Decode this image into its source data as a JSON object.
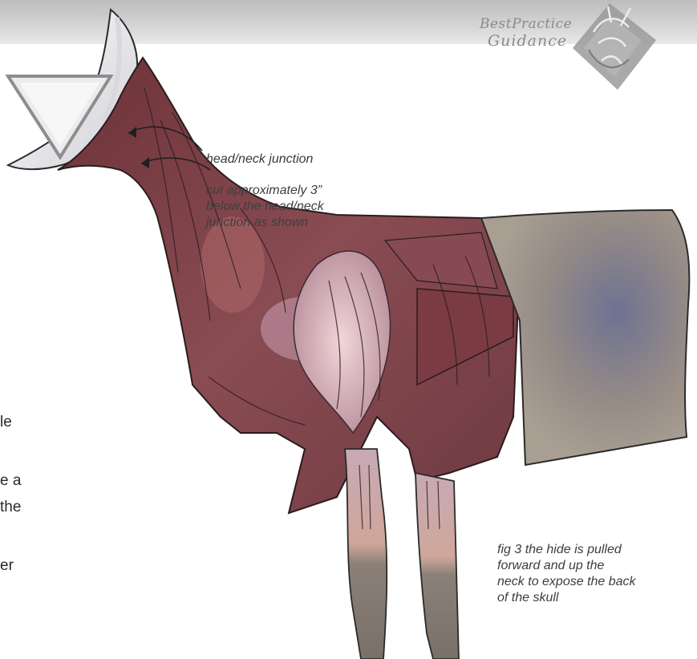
{
  "branding": {
    "line1": "BestPractice",
    "line2": "Guidance",
    "logo_icon": "deer-head-emblem-icon"
  },
  "figure": {
    "callouts": {
      "junction": "head/neck junction",
      "cut_line1": "cut approximately 3”",
      "cut_line2": "below the head/neck",
      "cut_line3": "junction as shown"
    },
    "caption_lines": [
      "fig 3 the hide is pulled",
      "forward and up the",
      "neck to expose the back",
      "of the skull"
    ]
  },
  "body_text_fragments": [
    "le",
    "e a",
    "the",
    "er"
  ],
  "colors": {
    "muscle": "#7e3f45",
    "hide": "#a09488",
    "band": "#c8c8c8"
  }
}
